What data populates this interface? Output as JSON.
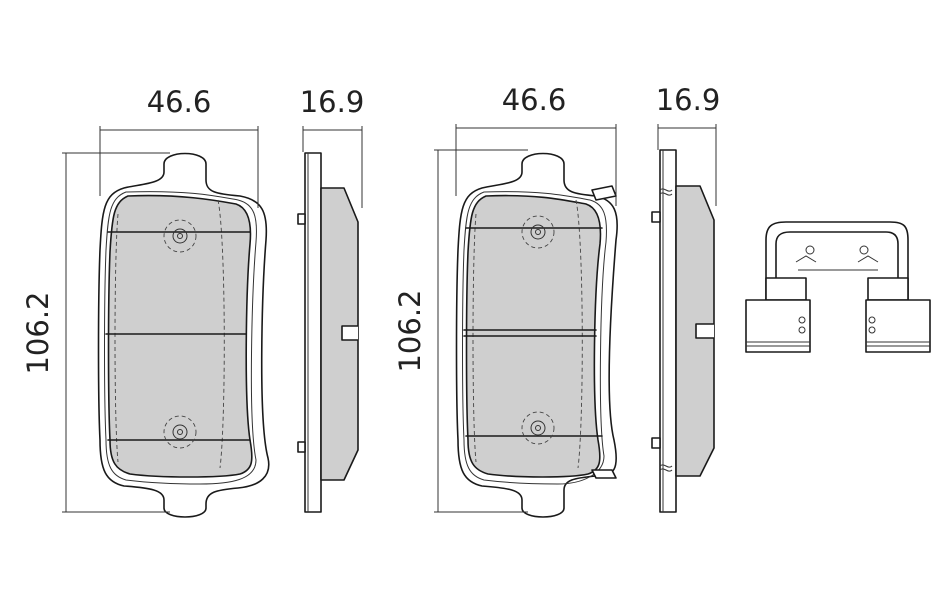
{
  "dimensions": {
    "pad_a_width": "46.6",
    "pad_a_side_thickness": "16.9",
    "pad_a_height": "106.2",
    "pad_b_width": "46.6",
    "pad_b_side_thickness": "16.9",
    "pad_b_height": "106.2"
  },
  "colors": {
    "friction_material": "#cfcfcf",
    "line": "#1a1a1a",
    "background": "#ffffff"
  }
}
